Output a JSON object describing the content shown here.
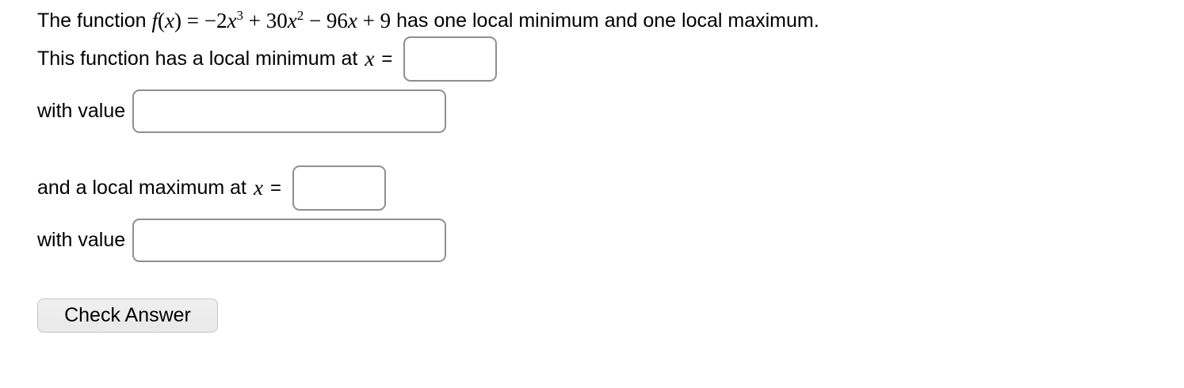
{
  "colors": {
    "background": "#ffffff",
    "text": "#000000",
    "input_border": "#8f8f8f",
    "button_background": "#ececec",
    "button_border": "#c5c5c5"
  },
  "problem": {
    "statement_prefix": "The function ",
    "statement_suffix": " has one local minimum and one local maximum.",
    "formula": {
      "f": "f",
      "lparen": "(",
      "x1": "x",
      "rparen_eq": ") = −2",
      "x2": "x",
      "exp1": "3",
      "plus30": " + 30",
      "x3": "x",
      "exp2": "2",
      "minus96": " − 96",
      "x4": "x",
      "plus9": " + 9"
    },
    "min_line": {
      "text": "This function has a local minimum at",
      "var": "x",
      "eq": "="
    },
    "min_value_line": {
      "text": "with value"
    },
    "max_line": {
      "text": "and a local maximum at",
      "var": "x",
      "eq": "="
    },
    "max_value_line": {
      "text": "with value"
    }
  },
  "inputs": {
    "local_min_x": {
      "value": ""
    },
    "local_min_value": {
      "value": ""
    },
    "local_max_x": {
      "value": ""
    },
    "local_max_value": {
      "value": ""
    }
  },
  "button": {
    "label": "Check Answer"
  }
}
